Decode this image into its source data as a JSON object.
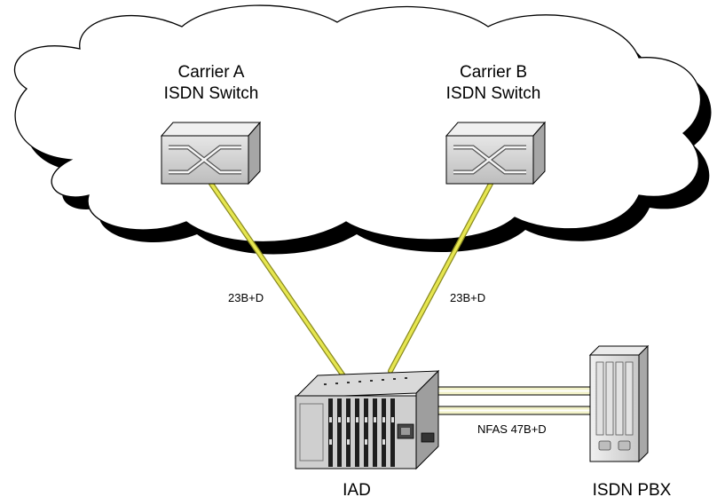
{
  "colors": {
    "link_fill": "#e6e650",
    "link_edge": "#8a8a20",
    "trunk_fill": "#f2f2c8",
    "cloud_shadow": "#000000",
    "equipment_gray": "#d2d2d2"
  },
  "nodes": {
    "carrier_a": {
      "line1": "Carrier A",
      "line2": "ISDN Switch",
      "icon": "switch-icon"
    },
    "carrier_b": {
      "line1": "Carrier B",
      "line2": "ISDN Switch",
      "icon": "switch-icon"
    },
    "iad": {
      "label": "IAD",
      "icon": "iad-chassis-icon"
    },
    "pbx": {
      "label": "ISDN PBX",
      "icon": "pbx-icon"
    }
  },
  "links": {
    "a_to_iad": "23B+D",
    "b_to_iad": "23B+D",
    "iad_to_pbx": "NFAS 47B+D"
  }
}
